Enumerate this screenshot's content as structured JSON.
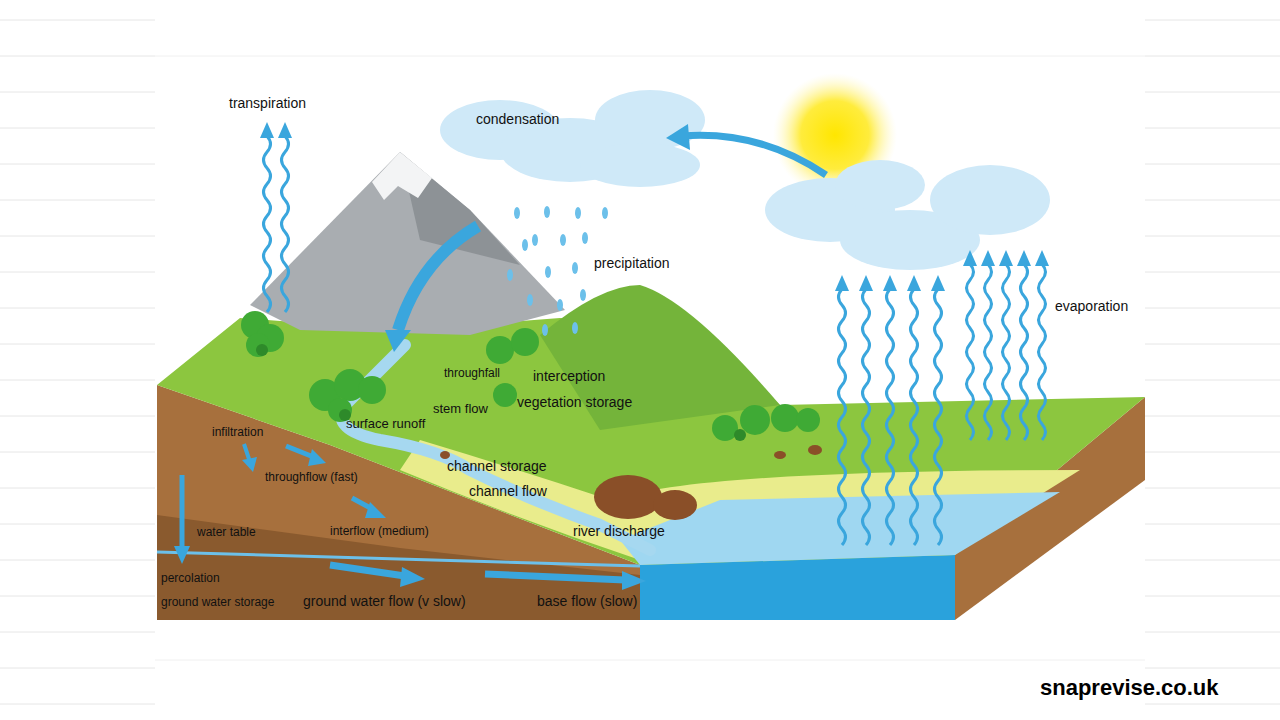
{
  "diagram": {
    "labels": [
      "transpiration",
      "condensation",
      "precipitation",
      "evaporation",
      "throughfall",
      "interception",
      "stem flow",
      "vegetation storage",
      "surface runoff",
      "infiltration",
      "throughflow (fast)",
      "channel storage",
      "channel flow",
      "water table",
      "interflow (medium)",
      "river discharge",
      "percolation",
      "ground water storage",
      "ground water flow (v slow)",
      "base flow (slow)",
      "snaprevise.co.uk"
    ]
  }
}
